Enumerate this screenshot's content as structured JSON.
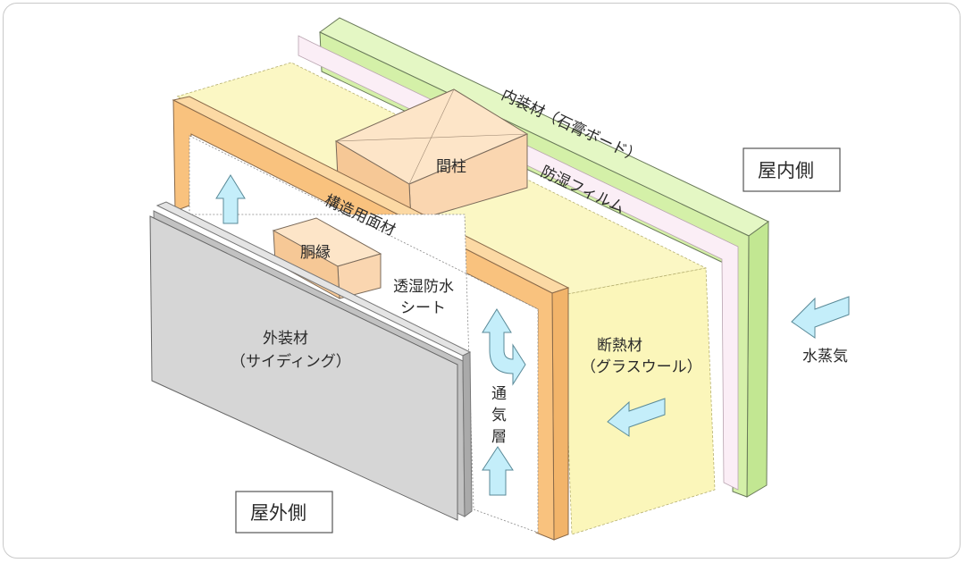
{
  "labels": {
    "interior_finish": "内装材（石膏ボード）",
    "vapor_barrier": "防湿フィルム",
    "stud": "間柱",
    "structural_panel": "構造用面材",
    "furring_strip": "胴縁",
    "breathable_sheet_line1": "透湿防水",
    "breathable_sheet_line2": "シート",
    "insulation_line1": "断熱材",
    "insulation_line2": "（グラスウール）",
    "exterior_finish_line1": "外装材",
    "exterior_finish_line2": "（サイディング）",
    "air_layer_1": "通",
    "air_layer_2": "気",
    "air_layer_3": "層",
    "vapor": "水蒸気",
    "indoor_side": "屋内側",
    "outdoor_side": "屋外側"
  },
  "colors": {
    "gypsum_board": "#d4f0a8",
    "vapor_film": "#fbeef6",
    "insulation": "#fbf6ba",
    "wood": "#fad6b0",
    "structural_panel": "#f9c27e",
    "siding": "#d6d6d6",
    "arrow": "#c4eefa"
  },
  "icons": [
    "up-arrow-icon",
    "left-arrow-icon",
    "u-turn-arrow-icon"
  ]
}
